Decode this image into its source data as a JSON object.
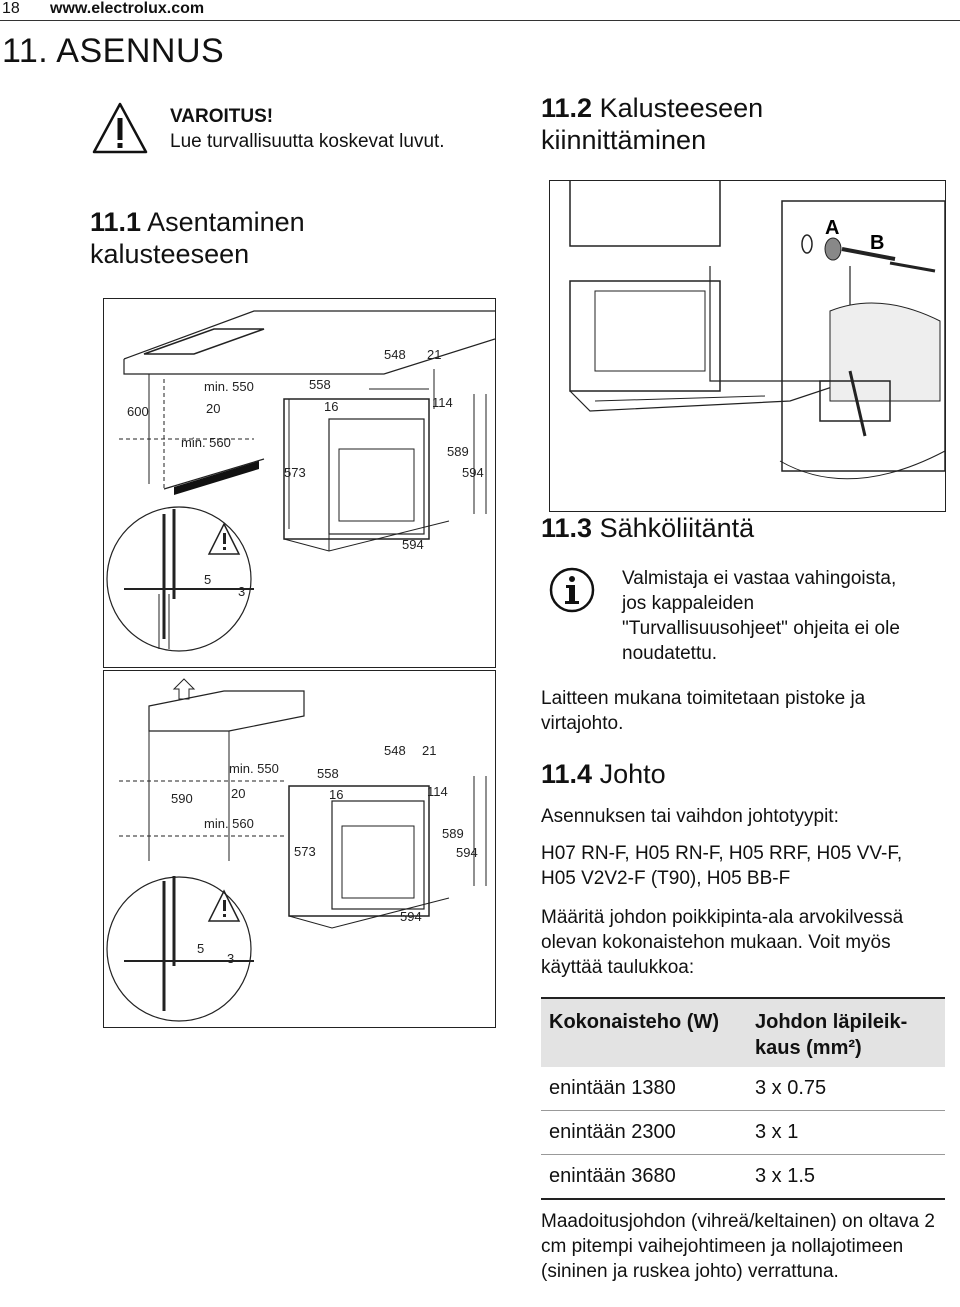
{
  "header": {
    "page_number": "18",
    "website": "www.electrolux.com"
  },
  "chapter": {
    "title": "11. ASENNUS"
  },
  "warning": {
    "title": "VAROITUS!",
    "text": "Lue turvallisuutta koskevat luvut."
  },
  "sec_11_1": {
    "number": "11.1",
    "title": "Asentaminen kalusteeseen"
  },
  "sec_11_2": {
    "number": "11.2",
    "title": "Kalusteeseen kiinnittäminen"
  },
  "sec_11_3": {
    "number": "11.3",
    "title": "Sähköliitäntä"
  },
  "sec_11_4": {
    "number": "11.4",
    "title": "Johto"
  },
  "info_note": "Valmistaja ei vastaa vahingoista, jos kappaleiden \"Turvallisuusohjeet\" ohjeita ei ole noudatettu.",
  "plug_note": "Laitteen mukana toimitetaan pistoke ja virtajohto.",
  "cable_intro": "Asennuksen tai vaihdon johtotyypit:",
  "cable_types": "H07 RN-F, H05 RN-F, H05 RRF, H05 VV-F, H05 V2V2-F (T90), H05 BB-F",
  "cable_sizing": "Määritä johdon poikkipinta-ala arvokilvessä olevan kokonaistehon mukaan. Voit myös käyttää taulukkoa:",
  "table": {
    "headers": [
      "Kokonaisteho (W)",
      "Johdon läpileik-kaus (mm²)"
    ],
    "rows": [
      [
        "enintään 1380",
        "3 x 0.75"
      ],
      [
        "enintään 2300",
        "3 x 1"
      ],
      [
        "enintään 3680",
        "3 x 1.5"
      ]
    ]
  },
  "ground_note": "Maadoitusjohdon (vihreä/keltainen) on oltava 2 cm pitempi vaihejohtimeen ja nollajotimeen (sininen ja ruskea johto) verrattuna.",
  "fig1_dims": {
    "d600": "600",
    "min550": "min. 550",
    "d20": "20",
    "min560": "min. 560",
    "d558": "558",
    "d548": "548",
    "d21": "21",
    "d16": "16",
    "d114": "114",
    "d573": "573",
    "d589": "589",
    "d594a": "594",
    "d594b": "594",
    "d5": "5",
    "d3": "3"
  },
  "fig2_dims": {
    "d590": "590",
    "min550": "min. 550",
    "d20": "20",
    "min560": "min. 560",
    "d558": "558",
    "d548": "548",
    "d21": "21",
    "d16": "16",
    "d114": "114",
    "d573": "573",
    "d589": "589",
    "d594a": "594",
    "d594b": "594",
    "d5": "5",
    "d3": "3"
  },
  "fig3_labels": {
    "a": "A",
    "b": "B"
  }
}
